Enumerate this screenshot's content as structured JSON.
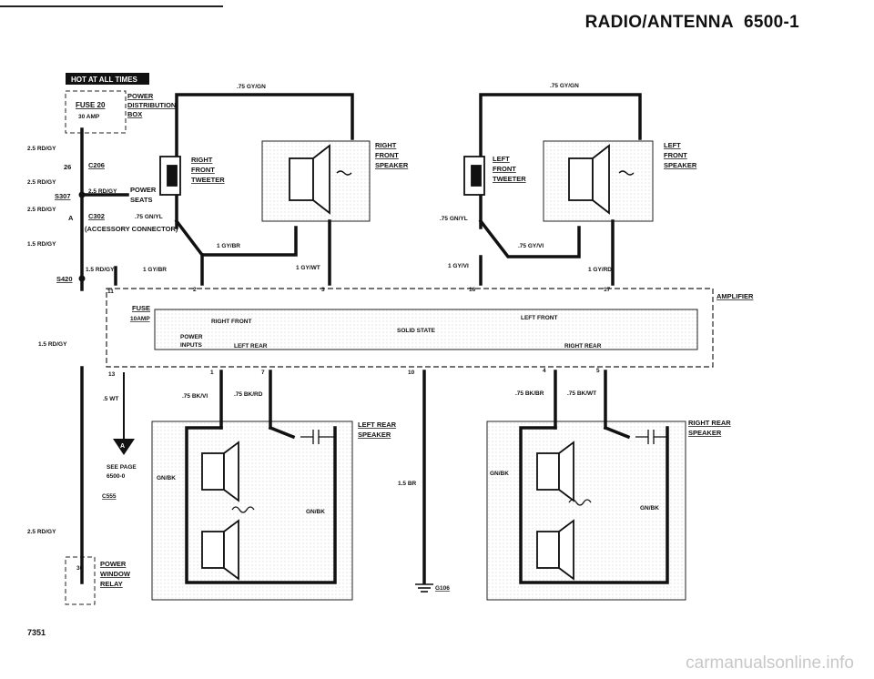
{
  "page": {
    "title": "RADIO/ANTENNA",
    "page_number": "6500-1",
    "figure_code": "7351",
    "watermark": "carmanualsonline.info"
  },
  "labels": {
    "hot": "HOT AT ALL TIMES",
    "fuse20": "FUSE 20",
    "amp30": "30 AMP",
    "power_dist_1": "POWER",
    "power_dist_2": "DISTRIBUTION",
    "power_dist_3": "BOX",
    "w_top_left": ".75 GY/GN",
    "w_top_right": ".75 GY/GN",
    "rf_tweeter_1": "RIGHT",
    "rf_tweeter_2": "FRONT",
    "rf_tweeter_3": "TWEETER",
    "rf_speaker_1": "RIGHT",
    "rf_speaker_2": "FRONT",
    "rf_speaker_3": "SPEAKER",
    "lf_tweeter_1": "LEFT",
    "lf_tweeter_2": "FRONT",
    "lf_tweeter_3": "TWEETER",
    "lf_speaker_1": "LEFT",
    "lf_speaker_2": "FRONT",
    "lf_speaker_3": "SPEAKER",
    "w_25_1": "2.5 RD/GY",
    "c206_num": "26",
    "c206": "C206",
    "w_25_2": "2.5 RD/GY",
    "w_25_mid": "2.5 RD/GY",
    "power_seats_1": "POWER",
    "power_seats_2": "SEATS",
    "s307": "S307",
    "w_25_3": "2.5 RD/GY",
    "c302_pin": "A",
    "c302": "C302",
    "w_gnyl_left": ".75 GN/YL",
    "acc_conn": "(ACCESSORY CONNECTOR)",
    "w_15_1": "1.5 RD/GY",
    "w_1gybr_1": "1 GY/BR",
    "w_gnyl_right": ".75 GN/YL",
    "w_gyvi_top": ".75 GY/VI",
    "w_15_2": "1.5 RD/GY",
    "s420": "S420",
    "w_1gybr_2": "1 GY/BR",
    "w_1gywt": "1 GY/WT",
    "w_1gyvi": "1 GY/VI",
    "w_1gyrd": "1 GY/RD",
    "pin11": "11",
    "pin2": "2",
    "pin3": "3",
    "pin16": "16",
    "pin17": "17",
    "amplifier": "AMPLIFIER",
    "amp_fuse": "FUSE",
    "amp_fuse_rating": "10AMP",
    "right_front": "RIGHT FRONT",
    "left_front": "LEFT FRONT",
    "solid_state": "SOLID STATE",
    "power_inputs_1": "POWER",
    "power_inputs_2": "INPUTS",
    "left_rear": "LEFT REAR",
    "right_rear": "RIGHT REAR",
    "w_15_3": "1.5 RD/GY",
    "pin13": "13",
    "pin1": "1",
    "pin7": "7",
    "pin10": "10",
    "pin4": "4",
    "pin5": "5",
    "w_5wt": ".5 WT",
    "w_bkvi": ".75 BK/VI",
    "w_bkrd": ".75 BK/RD",
    "w_bkbr": ".75 BK/BR",
    "w_bkwt": ".75 BK/WT",
    "lr_speaker_1": "LEFT REAR",
    "lr_speaker_2": "SPEAKER",
    "rr_speaker_1": "RIGHT REAR",
    "rr_speaker_2": "SPEAKER",
    "see_page_letter": "A",
    "see_page_1": "SEE PAGE",
    "see_page_2": "6500-0",
    "c555": "C555",
    "gnbk_1": "GN/BK",
    "gnbk_2": "GN/BK",
    "gnbk_3": "GN/BK",
    "gnbk_4": "GN/BK",
    "w_15br": "1.5 BR",
    "w_25_4": "2.5 RD/GY",
    "relay_pin": "30",
    "pwr_window_1": "POWER",
    "pwr_window_2": "WINDOW",
    "pwr_window_3": "RELAY",
    "g106": "G106"
  }
}
